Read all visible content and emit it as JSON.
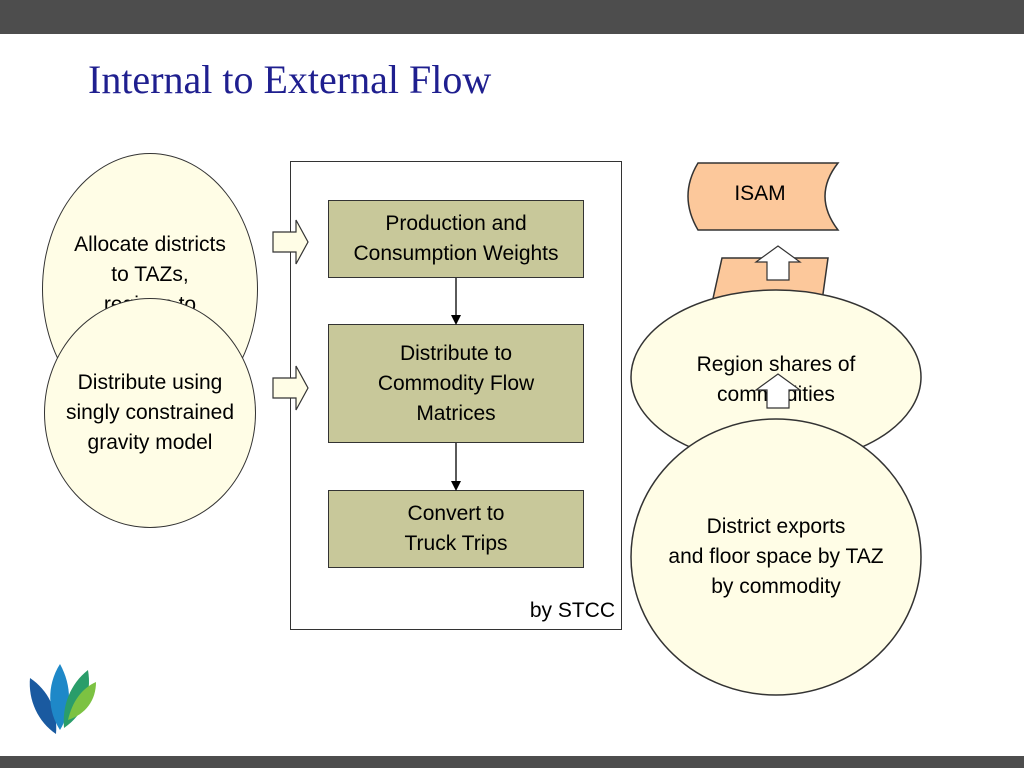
{
  "slide": {
    "title": "Internal to External Flow",
    "colors": {
      "title": "#1f1f8f",
      "process_box": "#c8c89a",
      "ellipse_fill": "#fffde6",
      "isam_fill": "#fcc89b",
      "header_bar": "#4d4d4d"
    }
  },
  "left_ellipses": {
    "allocate": "Allocate districts\nto TAZs,\nregions to",
    "distribute": "Distribute using\nsingly constrained\ngravity model"
  },
  "process": {
    "frame_label": "by STCC",
    "steps": [
      "Production and\nConsumption Weights",
      "Distribute to\nCommodity Flow\nMatrices",
      "Convert to\nTruck Trips"
    ]
  },
  "right": {
    "isam_label": "ISAM",
    "region_shares": "Region shares of\ncommodities",
    "district_exports": "District exports\nand floor space by TAZ\nby commodity"
  },
  "logo": {
    "icon": "leaf-logo-icon",
    "colors": [
      "#1a5aa0",
      "#1e88c8",
      "#2a9d6a",
      "#7cc242"
    ]
  }
}
